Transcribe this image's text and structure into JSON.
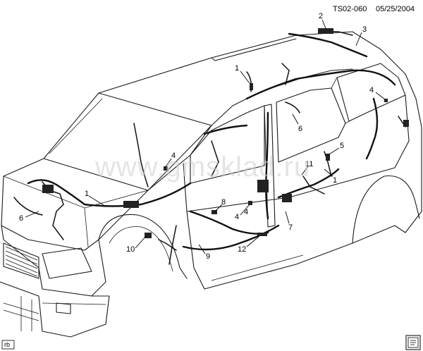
{
  "header": {
    "drawing_id": "TS02-060",
    "date": "05/25/2004"
  },
  "watermark": "www.gmsklad.ru",
  "corner_code": "rb",
  "callouts": [
    {
      "id": "c1a",
      "label": "1"
    },
    {
      "id": "c2",
      "label": "2"
    },
    {
      "id": "c3",
      "label": "3"
    },
    {
      "id": "c4a",
      "label": "4"
    },
    {
      "id": "c6a",
      "label": "6"
    },
    {
      "id": "c4b",
      "label": "4"
    },
    {
      "id": "c5",
      "label": "5"
    },
    {
      "id": "c11",
      "label": "11"
    },
    {
      "id": "c1b",
      "label": "1"
    },
    {
      "id": "c1c",
      "label": "1"
    },
    {
      "id": "c6b",
      "label": "6"
    },
    {
      "id": "c4c",
      "label": "4"
    },
    {
      "id": "c8",
      "label": "8"
    },
    {
      "id": "c4d",
      "label": "4"
    },
    {
      "id": "c7",
      "label": "7"
    },
    {
      "id": "c10",
      "label": "10"
    },
    {
      "id": "c9",
      "label": "9"
    },
    {
      "id": "c12",
      "label": "12"
    }
  ],
  "colors": {
    "line": "#1a1a1a",
    "background": "#ffffff",
    "watermark": "#cfcfcf"
  }
}
